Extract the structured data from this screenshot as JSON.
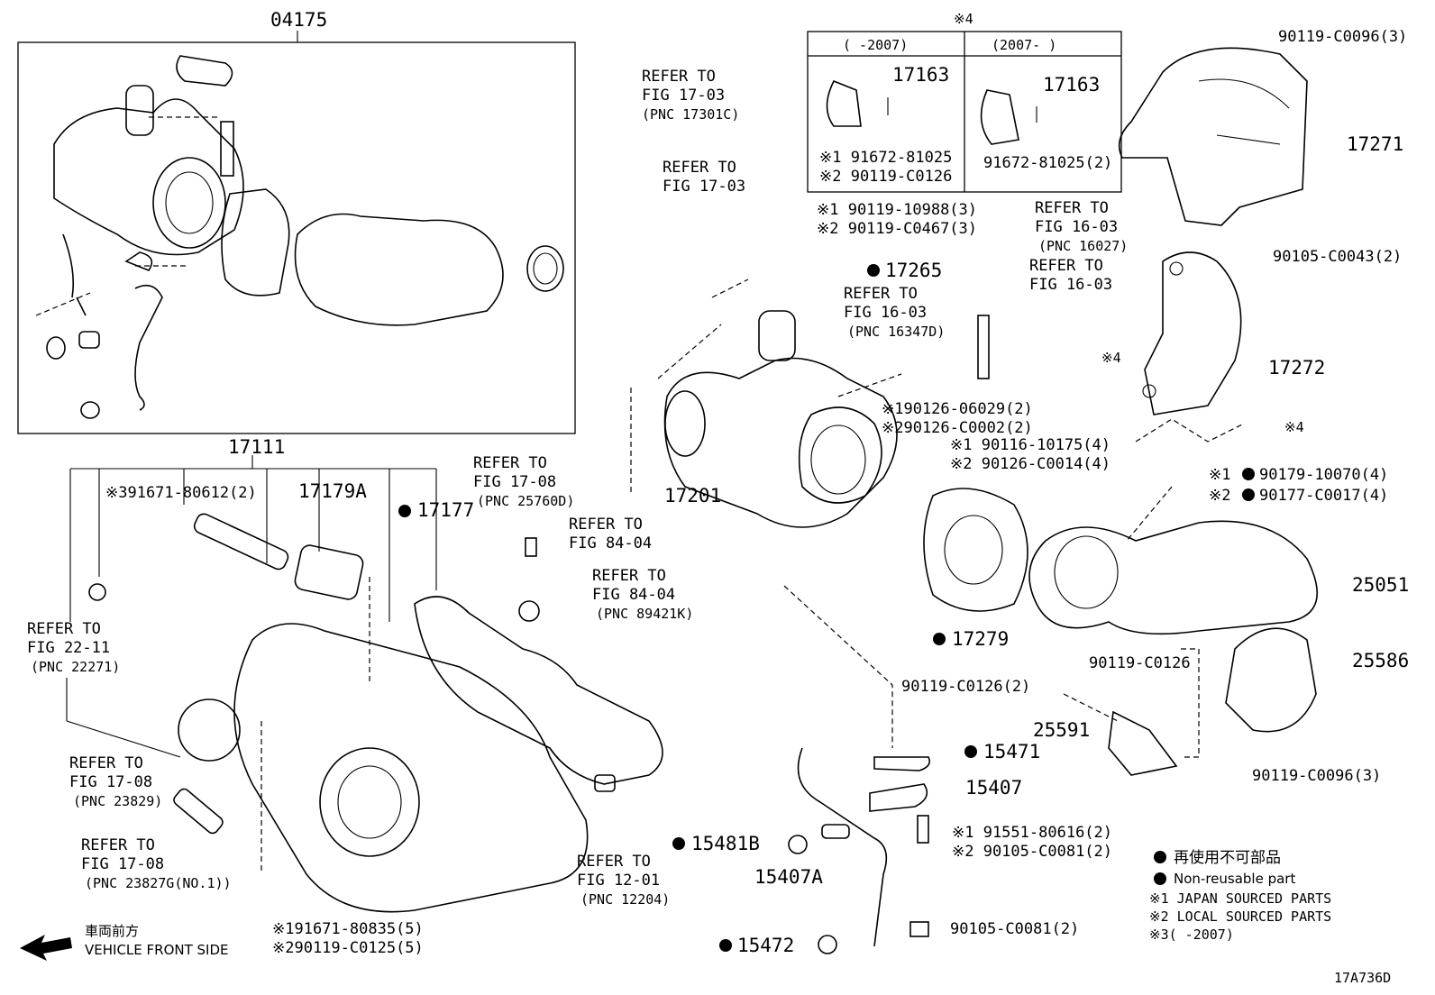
{
  "diagram_code": "17A736D",
  "group_labels": {
    "assy_04175": "04175",
    "assy_17111": "17111",
    "ref_box_mark": "※4",
    "ref_box_col1": "(      -2007)",
    "ref_box_col2": "(2007-      )"
  },
  "part_labels": {
    "p17163a": "17163",
    "p17163b": "17163",
    "p91672a": "※1 91672-81025",
    "p90119c0126a": "※2 90119-C0126",
    "p91672b": "91672-81025(2)",
    "p90119c0096_top": "90119-C0096(3)",
    "p17271": "17271",
    "p90105c0043": "90105-C0043(2)",
    "p17272": "17272",
    "mark4": "※4",
    "mark4b": "※4",
    "p90119_10988": "※1 90119-10988(3)",
    "p90119_c0467": "※2 90119-C0467(3)",
    "p17265": "17265",
    "p90126_06029": "※190126-06029(2)",
    "p90126_c0002": "※290126-C0002(2)",
    "p90116_10175": "※1 90116-10175(4)",
    "p90126_c0014": "※2 90126-C0014(4)",
    "p90179_10070": "※1",
    "p90179_10070_num": "90179-10070(4)",
    "p90177_c0017": "※2",
    "p90177_c0017_num": "90177-C0017(4)",
    "p25051": "25051",
    "p25586": "25586",
    "p17279": "17279",
    "p17201": "17201",
    "p90119_c0126_2": "90119-C0126(2)",
    "p90119_c0126_b": "90119-C0126",
    "p25591": "25591",
    "p90119_c0096_bot": "90119-C0096(3)",
    "p15471": "15471",
    "p15407": "15407",
    "p91551": "※1 91551-80616(2)",
    "p90105_c0081a": "※2 90105-C0081(2)",
    "p15481b": "15481B",
    "p15407a": "15407A",
    "p15472": "15472",
    "p90105_c0081b": "90105-C0081(2)",
    "p91671_80612": "※391671-80612(2)",
    "p17179a": "17179A",
    "p17177": "17177",
    "p91671_80835": "※191671-80835(5)",
    "p90119_c0125": "※290119-C0125(5)"
  },
  "refer_blocks": {
    "r17301": [
      "REFER TO",
      "FIG 17-03",
      "(PNC 17301C)"
    ],
    "r1703b": [
      "REFER TO",
      "FIG 17-03"
    ],
    "r16027": [
      "REFER TO",
      "FIG 16-03",
      "(PNC 16027)"
    ],
    "r1603b": [
      "REFER TO",
      "FIG 16-03"
    ],
    "r16347": [
      "REFER TO",
      "FIG 16-03",
      "(PNC 16347D)"
    ],
    "r25760": [
      "REFER TO",
      "FIG 17-08",
      "(PNC 25760D)"
    ],
    "r8404a": [
      "REFER TO",
      "FIG 84-04"
    ],
    "r89421": [
      "REFER TO",
      "FIG 84-04",
      "(PNC 89421K)"
    ],
    "r22271": [
      "REFER TO",
      "FIG 22-11",
      "(PNC 22271)"
    ],
    "r23829": [
      "REFER TO",
      "FIG 17-08",
      "(PNC 23829)"
    ],
    "r23827": [
      "REFER TO",
      "FIG 17-08",
      "(PNC 23827G(NO.1))"
    ],
    "r12204": [
      "REFER TO",
      "FIG 12-01",
      "(PNC 12204)"
    ]
  },
  "legend": {
    "jp_nonreusable": "再使用不可部品",
    "nonreusable": "Non-reusable part",
    "note1": "※1  JAPAN SOURCED PARTS",
    "note2": "※2  LOCAL SOURCED PARTS",
    "note3": "※3(      -2007)"
  },
  "front_indicator": {
    "jp": "車両前方",
    "en": "VEHICLE FRONT SIDE"
  }
}
